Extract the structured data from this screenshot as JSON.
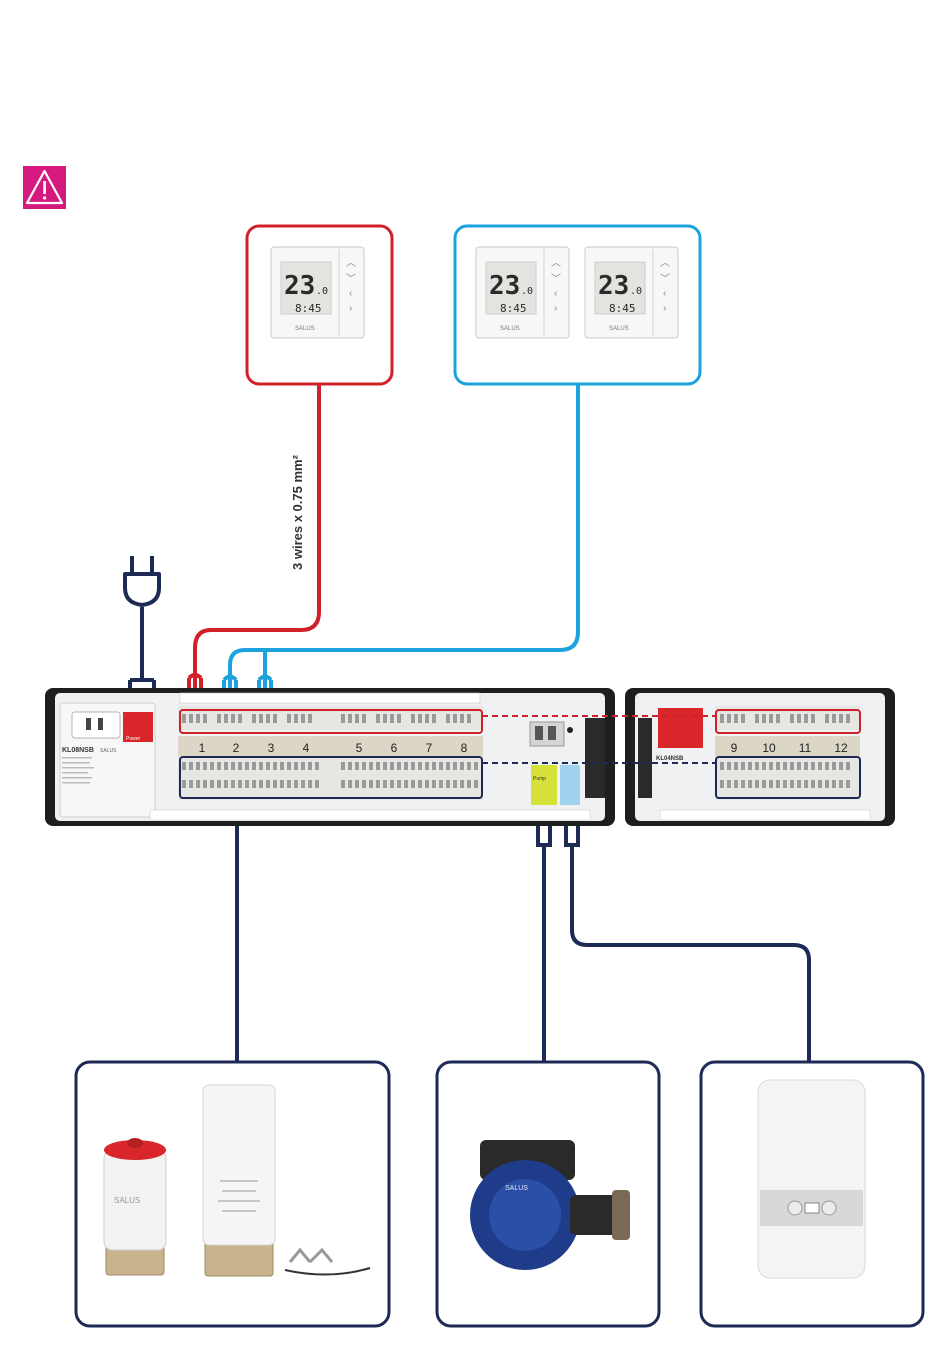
{
  "warning": {
    "icon": "warning-triangle-icon",
    "color": "#d6197f"
  },
  "thermostats": [
    {
      "group": "red",
      "temp_main": "23",
      "temp_decimal": ".0",
      "time": "8:45",
      "brand": "SALUS"
    },
    {
      "group": "blue",
      "temp_main": "23",
      "temp_decimal": ".0",
      "time": "8:45",
      "brand": "SALUS"
    },
    {
      "group": "blue",
      "temp_main": "23",
      "temp_decimal": ".0",
      "time": "8:45",
      "brand": "SALUS"
    }
  ],
  "wire_label": "3 wires x 0.75 mm²",
  "controller": {
    "model_main": "KL08NSB",
    "model_ext": "KL04NSB",
    "brand": "SALUS",
    "power_label": "Power",
    "pump_label": "Pump",
    "zones_main": [
      "1",
      "2",
      "3",
      "4",
      "5",
      "6",
      "7",
      "8"
    ],
    "zones_ext": [
      "9",
      "10",
      "11",
      "12"
    ]
  },
  "devices": [
    {
      "name": "actuators",
      "brand": "SALUS"
    },
    {
      "name": "pump",
      "brand": "SALUS"
    },
    {
      "name": "boiler"
    }
  ],
  "colors": {
    "red": "#d0202a",
    "blue": "#1aa3dc",
    "navy": "#1c2a55",
    "magenta": "#d6197f",
    "module_body": "#f0f1f2",
    "frame": "#1e1e1e"
  }
}
